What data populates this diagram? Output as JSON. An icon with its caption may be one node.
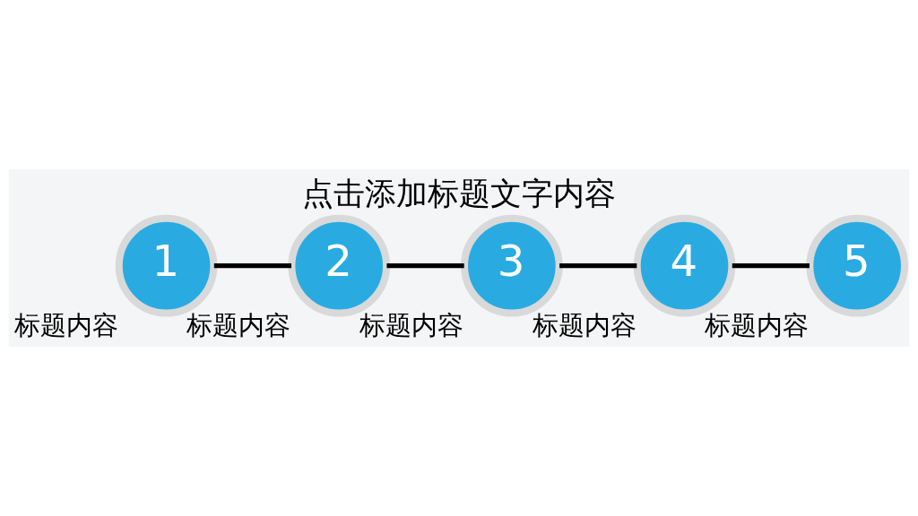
{
  "diagram": {
    "title": "点击添加标题文字内容",
    "nodes": [
      {
        "text": [
          "1"
        ],
        "beside": [
          "标题内容"
        ]
      },
      {
        "text": [
          "2"
        ],
        "beside": [
          "标题内容"
        ]
      },
      {
        "text": [
          "3"
        ],
        "beside": [
          "标题内容"
        ]
      },
      {
        "text": [
          "4"
        ],
        "beside": [
          "标题内容"
        ]
      },
      {
        "text": [
          "5"
        ],
        "beside": [
          "标题内容"
        ]
      }
    ],
    "edges": [
      {
        "from": 0,
        "to": 1,
        "arrow": "none"
      },
      {
        "from": 1,
        "to": 2,
        "arrow": "none"
      },
      {
        "from": 2,
        "to": 3,
        "arrow": "none"
      },
      {
        "from": 3,
        "to": 4,
        "arrow": "none"
      }
    ]
  }
}
